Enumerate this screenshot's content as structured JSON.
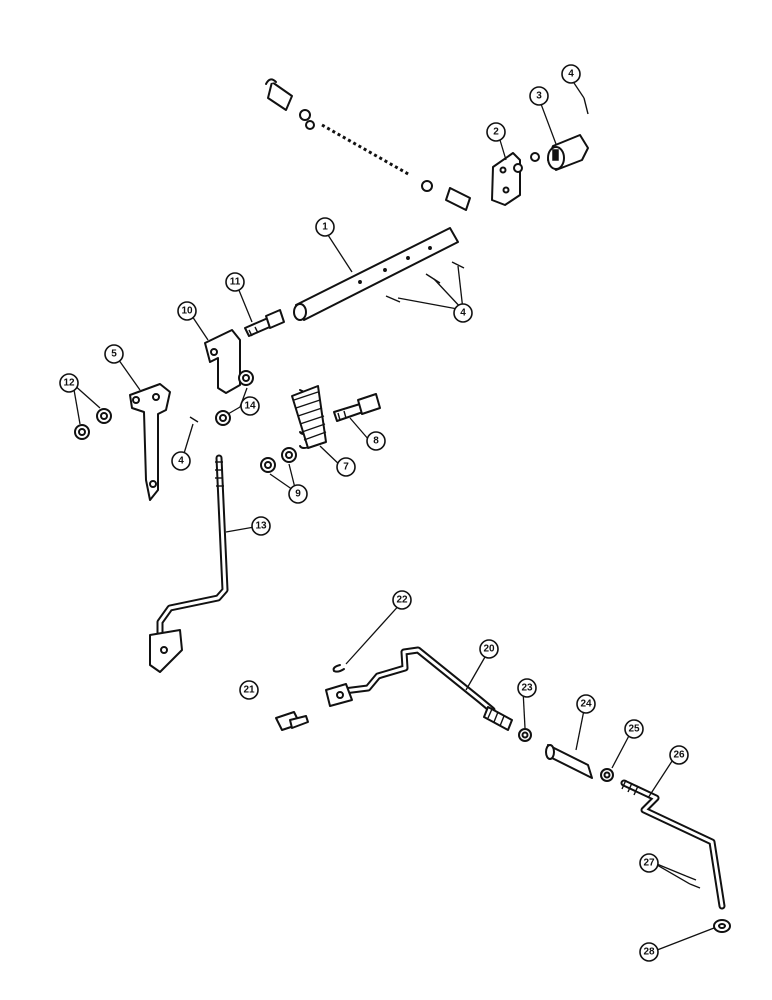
{
  "diagram": {
    "callouts": [
      {
        "id": "c1",
        "label": "1"
      },
      {
        "id": "c2",
        "label": "2"
      },
      {
        "id": "c3",
        "label": "3"
      },
      {
        "id": "c4a",
        "label": "4"
      },
      {
        "id": "c4b",
        "label": "4"
      },
      {
        "id": "c4c",
        "label": "4"
      },
      {
        "id": "c5",
        "label": "5"
      },
      {
        "id": "c7",
        "label": "7"
      },
      {
        "id": "c8",
        "label": "8"
      },
      {
        "id": "c9",
        "label": "9"
      },
      {
        "id": "c10",
        "label": "10"
      },
      {
        "id": "c11",
        "label": "11"
      },
      {
        "id": "c12",
        "label": "12"
      },
      {
        "id": "c13",
        "label": "13"
      },
      {
        "id": "c14",
        "label": "14"
      },
      {
        "id": "c20",
        "label": "20"
      },
      {
        "id": "c21",
        "label": "21"
      },
      {
        "id": "c22",
        "label": "22"
      },
      {
        "id": "c23",
        "label": "23"
      },
      {
        "id": "c24",
        "label": "24"
      },
      {
        "id": "c25",
        "label": "25"
      },
      {
        "id": "c26",
        "label": "26"
      },
      {
        "id": "c27",
        "label": "27"
      },
      {
        "id": "c28",
        "label": "28"
      }
    ]
  }
}
